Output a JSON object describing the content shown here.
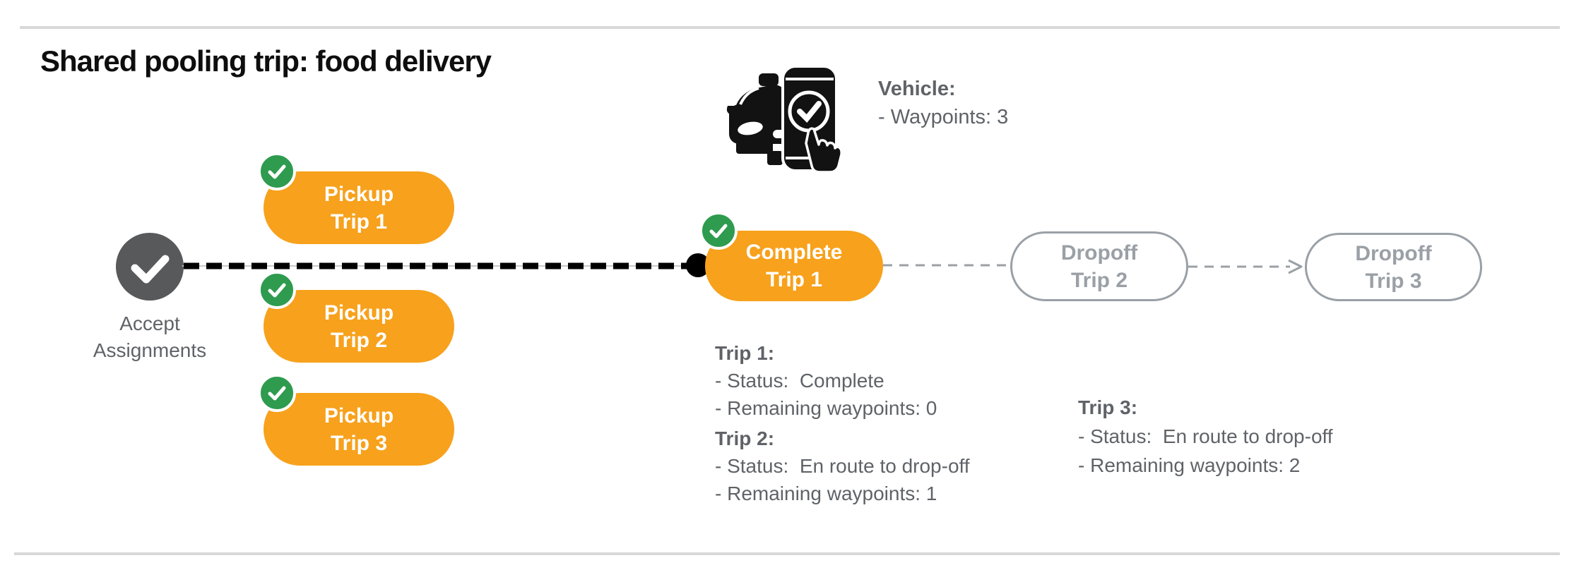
{
  "title": "Shared pooling trip: food delivery",
  "vehicle_info": {
    "heading": "Vehicle:",
    "waypoints": "- Waypoints: 3"
  },
  "flow": {
    "start_label_line1": "Accept",
    "start_label_line2": "Assignments",
    "pickup1_line1": "Pickup",
    "pickup1_line2": "Trip 1",
    "pickup2_line1": "Pickup",
    "pickup2_line2": "Trip 2",
    "pickup3_line1": "Pickup",
    "pickup3_line2": "Trip 3",
    "complete_line1": "Complete",
    "complete_line2": "Trip 1",
    "dropoff2_line1": "Dropoff",
    "dropoff2_line2": "Trip 2",
    "dropoff3_line1": "Dropoff",
    "dropoff3_line2": "Trip 3"
  },
  "trips_status": {
    "trip1_heading": "Trip 1:",
    "trip1_status": "- Status:  Complete",
    "trip1_waypoints": "- Remaining waypoints: 0",
    "trip2_heading": "Trip 2:",
    "trip2_status": "- Status:  En route to drop-off",
    "trip2_waypoints": "- Remaining waypoints: 1",
    "trip3_heading": "Trip 3:",
    "trip3_status": "- Status:  En route to drop-off",
    "trip3_waypoints": "- Remaining waypoints: 2"
  },
  "colors": {
    "orange": "#F7A11C",
    "green": "#2E9B4E",
    "node_gray": "#58595B",
    "text_gray": "#5F6368",
    "outline_gray": "#9AA0A6",
    "rule_gray": "#D8D8D8",
    "black": "#000000"
  }
}
